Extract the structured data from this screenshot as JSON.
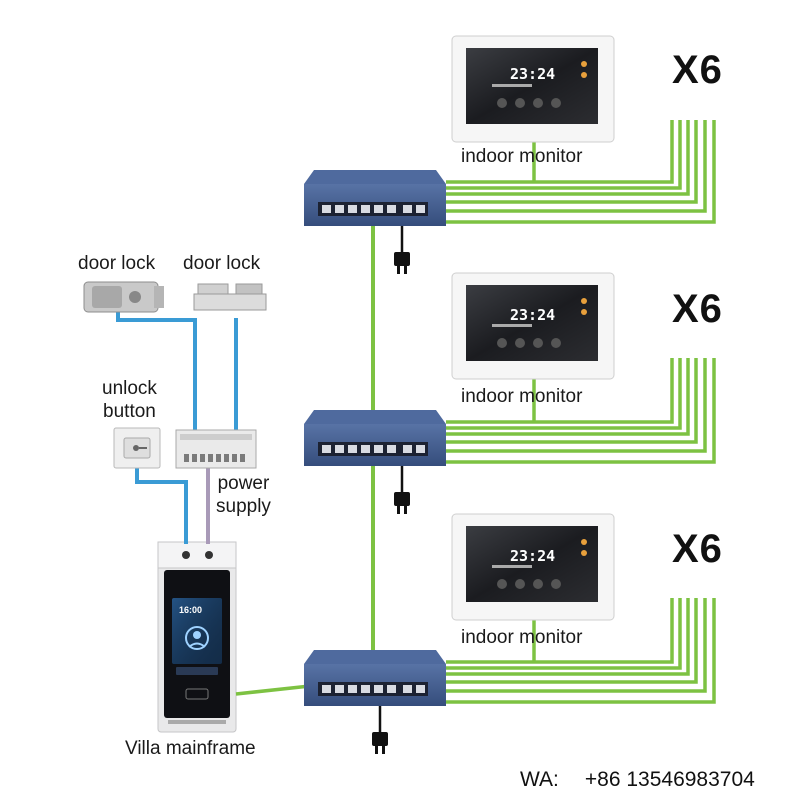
{
  "colors": {
    "lan": "#7dc242",
    "signal": "#3a9bd5",
    "power": "#a99ab8",
    "switch_body": "#3f5a8f",
    "bg": "#ffffff"
  },
  "monitors": [
    {
      "label": "indoor monitor",
      "count": "X6",
      "time": "23:24"
    },
    {
      "label": "indoor monitor",
      "count": "X6",
      "time": "23:24"
    },
    {
      "label": "indoor monitor",
      "count": "X6",
      "time": "23:24"
    }
  ],
  "devices": {
    "door_lock_1": "door lock",
    "door_lock_2": "door lock",
    "unlock_button": "unlock\nbutton",
    "power_supply": "power\nsupply",
    "mainframe": "Villa mainframe",
    "mainframe_time": "16:00"
  },
  "contact": {
    "prefix": "WA:",
    "number": "+86  13546983704"
  },
  "icons": [
    "ethernet-switch-icon",
    "power-plug-icon",
    "monitor-icon",
    "door-lock-icon",
    "exit-button-icon",
    "face-recognition-icon"
  ]
}
